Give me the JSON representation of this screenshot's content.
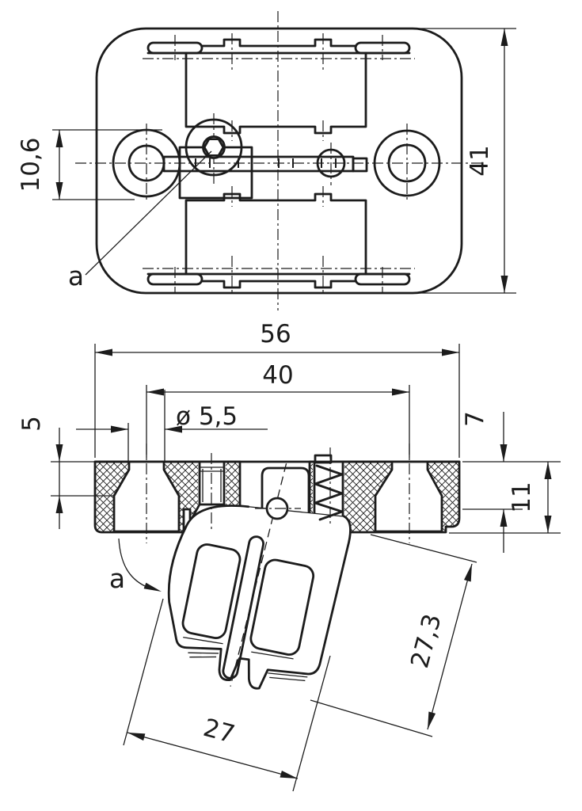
{
  "drawing": {
    "colors": {
      "ink": "#1c1c1c",
      "paper": "#ffffff"
    },
    "top_view": {
      "dim_slot_height": "10,6",
      "dim_overall_height": "41",
      "detail_label": "a"
    },
    "section_view": {
      "dim_overall_width": "56",
      "dim_hole_spacing": "40",
      "dim_hole_diameter": "ø 5,5",
      "dim_countersink_depth": "5",
      "dim_plate_thickness": "7",
      "dim_overall_thickness": "11",
      "dim_flap_width": "27",
      "dim_flap_length": "27,3",
      "detail_label": "a"
    }
  }
}
